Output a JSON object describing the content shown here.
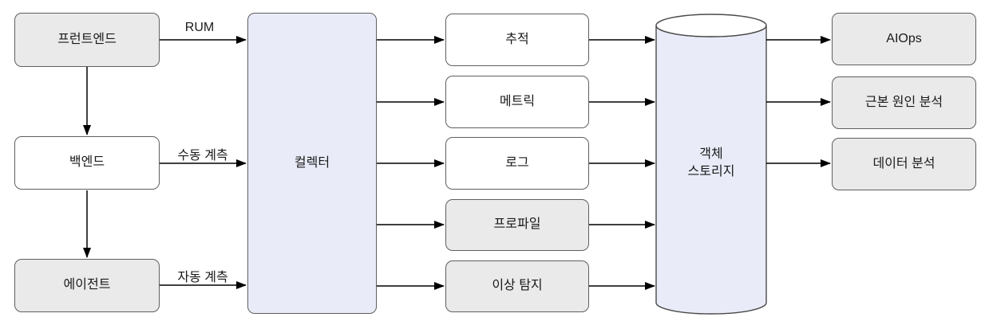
{
  "diagram": {
    "nodes": {
      "frontend": {
        "label": "프런트엔드"
      },
      "backend": {
        "label": "백엔드"
      },
      "agent": {
        "label": "에이전트"
      },
      "collector": {
        "label": "컬렉터"
      },
      "tracing": {
        "label": "추적"
      },
      "metrics": {
        "label": "메트릭"
      },
      "logs": {
        "label": "로그"
      },
      "profiles": {
        "label": "프로파일"
      },
      "anomaly_detection": {
        "label": "이상 탐지"
      },
      "object_storage": {
        "label": "객체 스토리지",
        "label_lines": [
          "객체",
          "스토리지"
        ]
      },
      "aiops": {
        "label": "AIOps"
      },
      "root_cause_analysis": {
        "label": "근본 원인 분석"
      },
      "data_analysis": {
        "label": "데이터 분석"
      }
    },
    "edge_labels": {
      "rum": "RUM",
      "manual_instrumentation": "수동 계측",
      "auto_instrumentation": "자동 계측"
    },
    "edges": [
      {
        "from": "frontend",
        "to": "collector",
        "label": "RUM"
      },
      {
        "from": "frontend",
        "to": "backend"
      },
      {
        "from": "backend",
        "to": "collector",
        "label": "수동 계측"
      },
      {
        "from": "backend",
        "to": "agent"
      },
      {
        "from": "agent",
        "to": "collector",
        "label": "자동 계측"
      },
      {
        "from": "collector",
        "to": "tracing"
      },
      {
        "from": "collector",
        "to": "metrics"
      },
      {
        "from": "collector",
        "to": "logs"
      },
      {
        "from": "collector",
        "to": "profiles"
      },
      {
        "from": "collector",
        "to": "anomaly_detection"
      },
      {
        "from": "tracing",
        "to": "object_storage"
      },
      {
        "from": "metrics",
        "to": "object_storage"
      },
      {
        "from": "logs",
        "to": "object_storage"
      },
      {
        "from": "profiles",
        "to": "object_storage"
      },
      {
        "from": "anomaly_detection",
        "to": "object_storage"
      },
      {
        "from": "object_storage",
        "to": "aiops"
      },
      {
        "from": "object_storage",
        "to": "root_cause_analysis"
      },
      {
        "from": "object_storage",
        "to": "data_analysis"
      }
    ],
    "colors": {
      "gray-fill": "#eaeaea",
      "white-fill": "#ffffff",
      "lavender-fill": "#e9ecf8",
      "cylinder-top-fill": "#ffffff",
      "node-border": "#5f5f5f",
      "arrow": "#000000",
      "text": "#1a1a1a"
    }
  }
}
